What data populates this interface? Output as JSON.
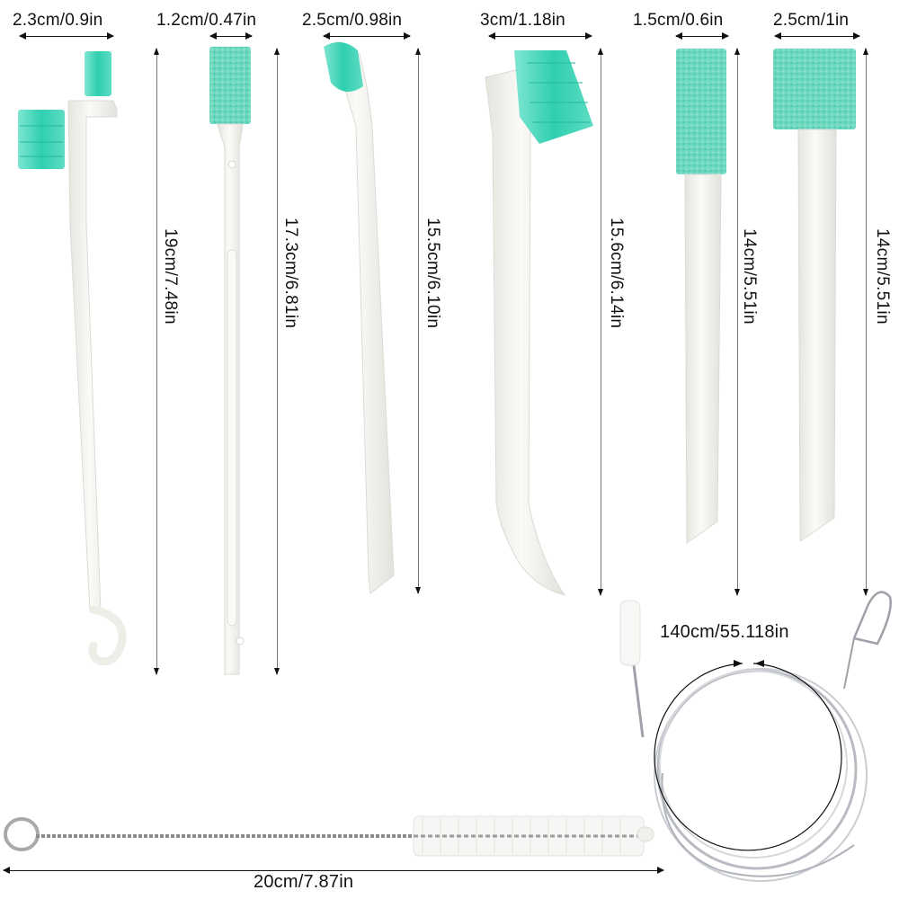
{
  "image": {
    "description": "Product dimension diagram of a cleaning brush set",
    "background": "#ffffff",
    "accent_color": "#3fd3b5",
    "sponge_color": "#5ed3b8",
    "handle_color": "#f3f2ee"
  },
  "tools": [
    {
      "name": "double-head brush with hook",
      "width_label": "2.3cm/0.9in",
      "length_label": "19cm/7.48in"
    },
    {
      "name": "slim sponge stick with slot",
      "width_label": "1.2cm/0.47in",
      "length_label": "17.3cm/6.81in"
    },
    {
      "name": "angled small brush",
      "width_label": "2.5cm/0.98in",
      "length_label": "15.5cm/6.10in"
    },
    {
      "name": "curved scrub brush",
      "width_label": "3cm/1.18in",
      "length_label": "15.6cm/6.14in"
    },
    {
      "name": "narrow sponge stick",
      "width_label": "1.5cm/0.6in",
      "length_label": "14cm/5.51in"
    },
    {
      "name": "wide sponge stick",
      "width_label": "2.5cm/1in",
      "length_label": "14cm/5.51in"
    }
  ],
  "bottle_brush": {
    "name": "bottle brush with loop",
    "length_label": "20cm/7.87in"
  },
  "flexible_cleaner": {
    "name": "long flexible drain brush",
    "length_label": "140cm/55.118in"
  }
}
